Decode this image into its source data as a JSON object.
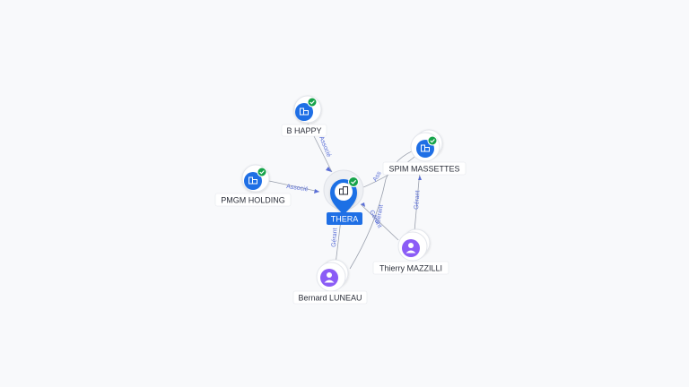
{
  "colors": {
    "company": "#1f6fe5",
    "person": "#8b5cf6",
    "verified": "#16a34a",
    "edge_label": "#5b6fd6"
  },
  "nodes": {
    "center": {
      "label": "THERA",
      "icon": "company-icon",
      "verified": true
    },
    "bhappy": {
      "label": "B HAPPY",
      "icon": "company-icon",
      "verified": true
    },
    "pmgm": {
      "label": "PMGM HOLDING",
      "icon": "company-icon",
      "verified": true
    },
    "spim": {
      "label": "SPIM MASSETTES",
      "icon": "company-icon",
      "verified": true
    },
    "thierry": {
      "label": "Thierry MAZZILLI",
      "icon": "person-icon",
      "verified": false
    },
    "bernard": {
      "label": "Bernard LUNEAU",
      "icon": "person-icon",
      "verified": false
    }
  },
  "edges": {
    "bhappy_center": "Associé",
    "pmgm_center": "Associé",
    "center_spim": "Ass",
    "bernard_center": "Gérant",
    "thierry_center": "Gérant",
    "bernard_spim": "Gérant",
    "thierry_spim": "Gérant"
  }
}
